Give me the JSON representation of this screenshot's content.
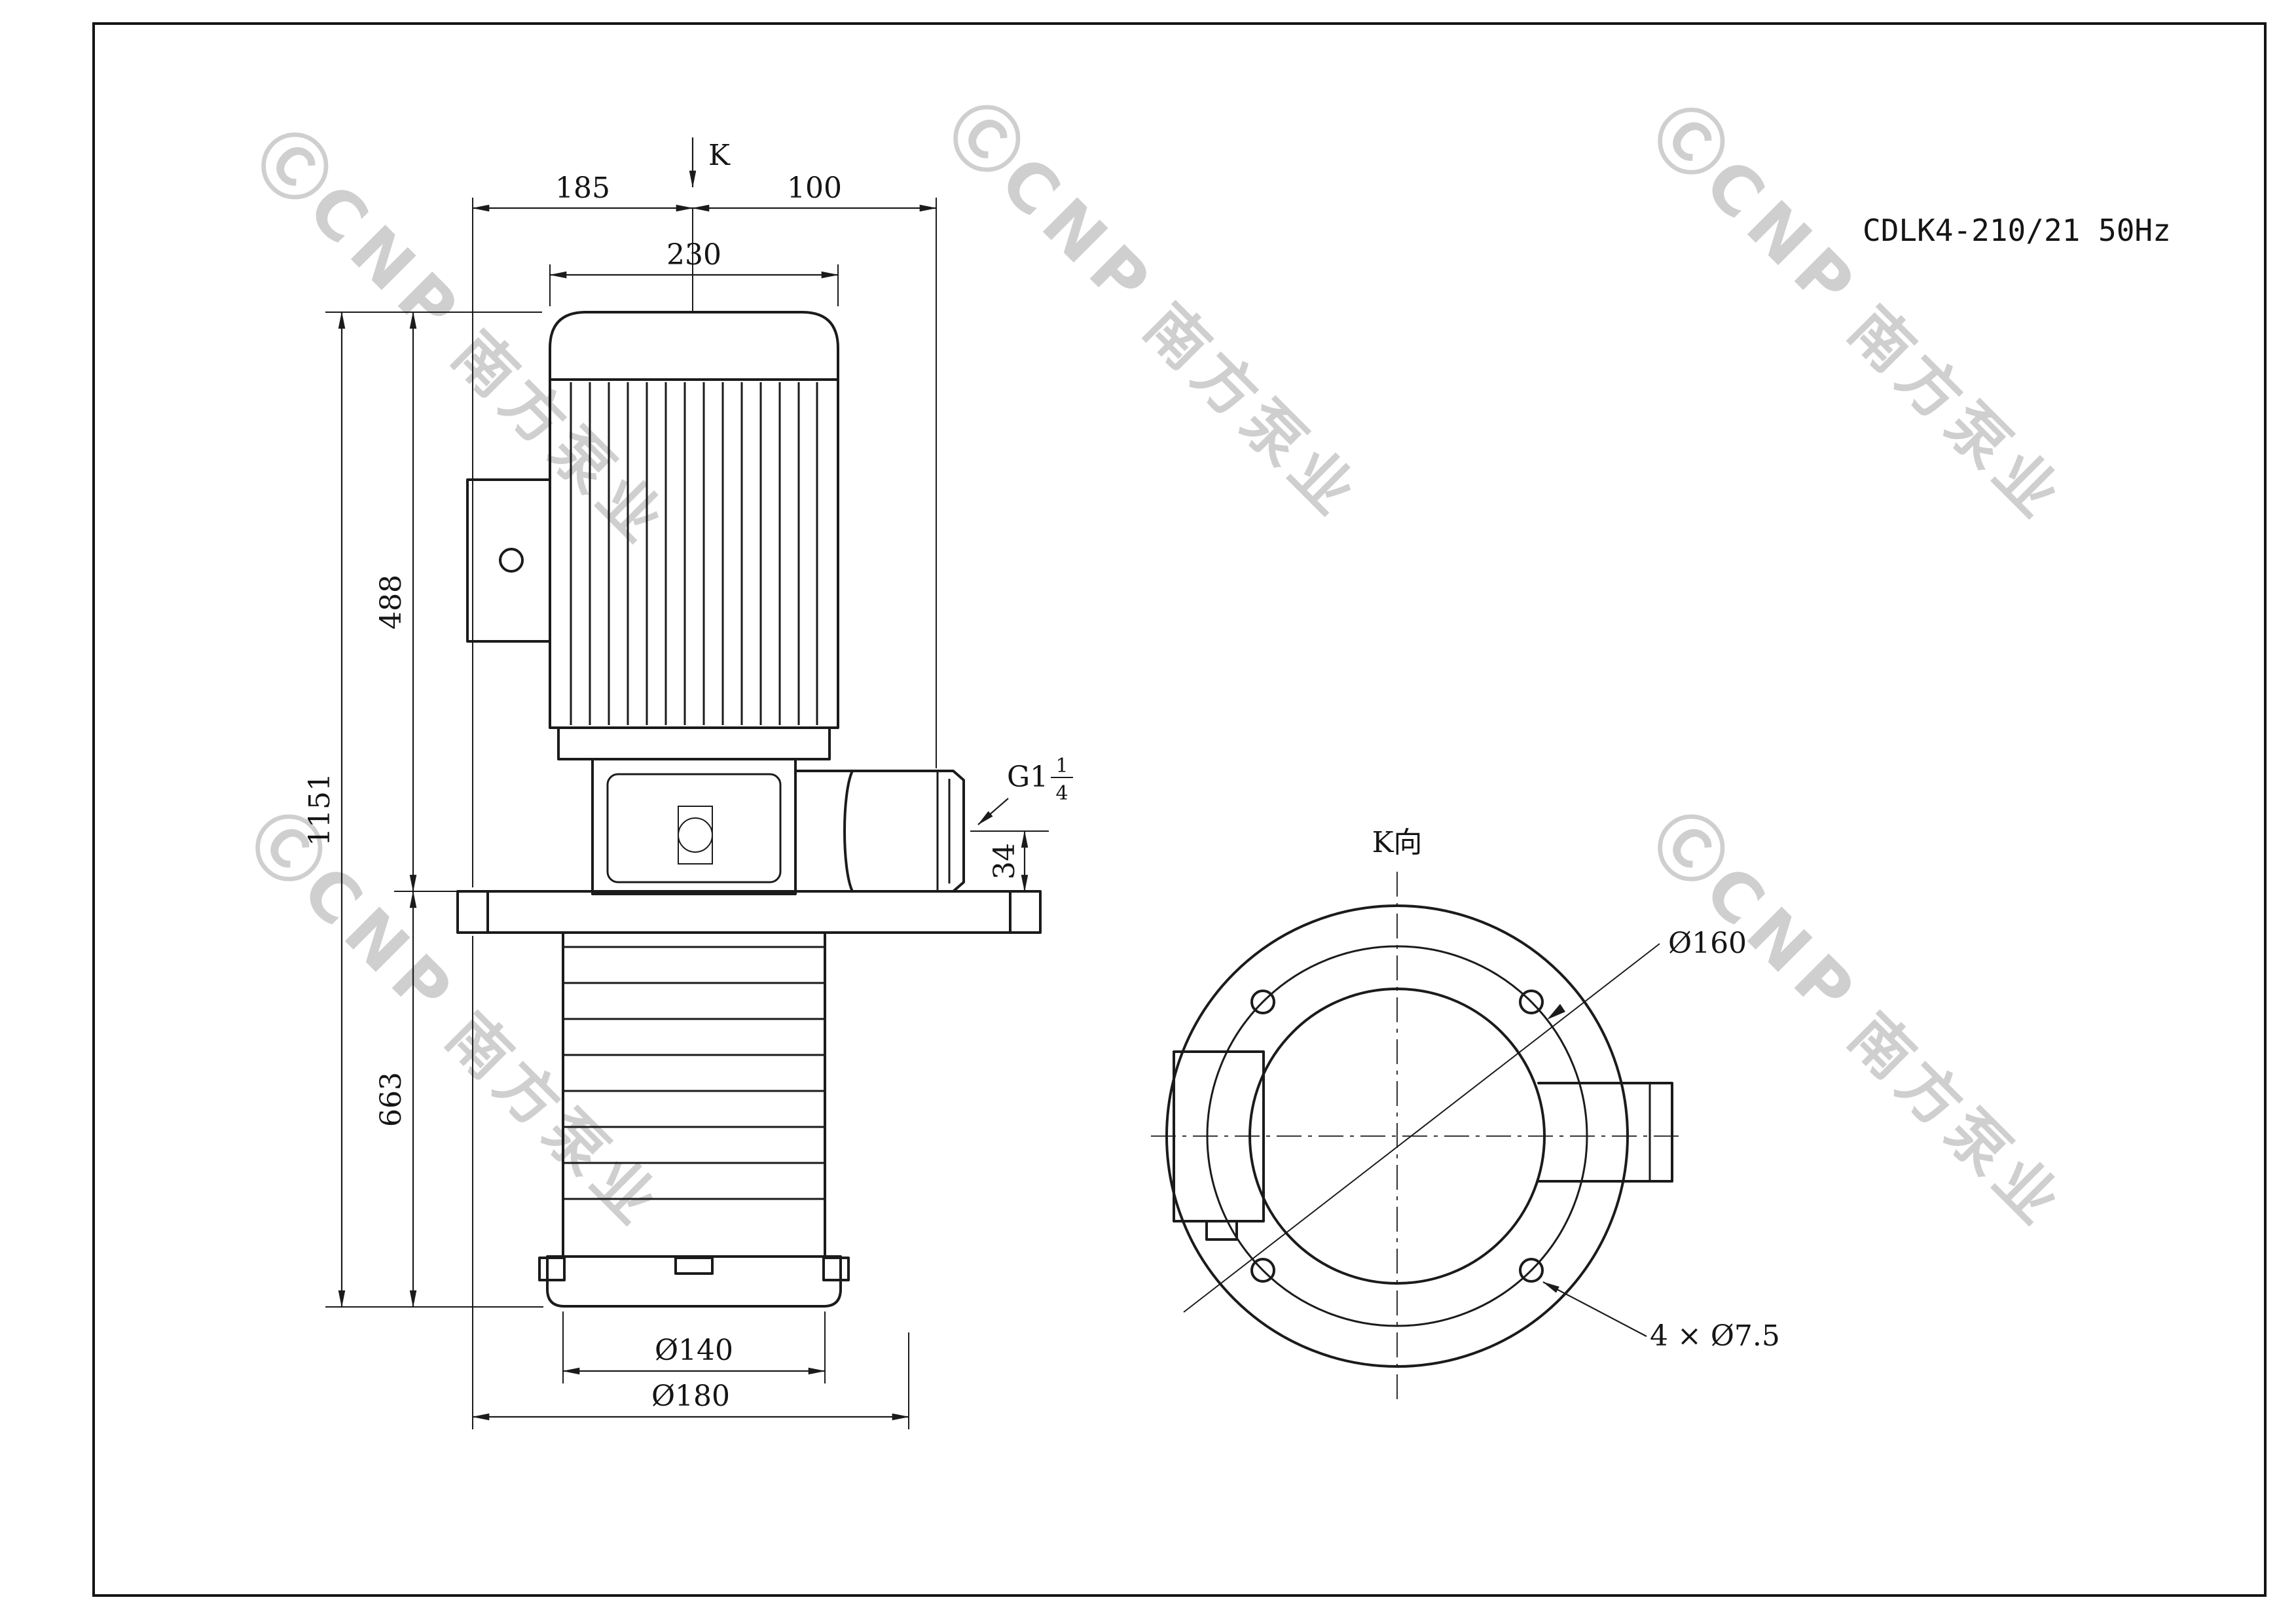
{
  "title": "CDLK4-210/21 50Hz",
  "labels": {
    "k_arrow": "K",
    "k_view": "K向",
    "thread_base": "G1",
    "thread_num": "1",
    "thread_den": "4"
  },
  "dimensions": {
    "top_left": "185",
    "top_right": "100",
    "motor_width": "230",
    "motor_height": "488",
    "total_height": "1151",
    "immersion_depth": "663",
    "port_offset": "34",
    "barrel_dia": "Ø140",
    "base_dia": "Ø180",
    "bolt_circle_dia": "Ø160",
    "bolt_holes": "4 × Ø7.5"
  },
  "watermark": {
    "logo": "Ⓒ",
    "brand": "CNP",
    "company": "南方泵业"
  }
}
